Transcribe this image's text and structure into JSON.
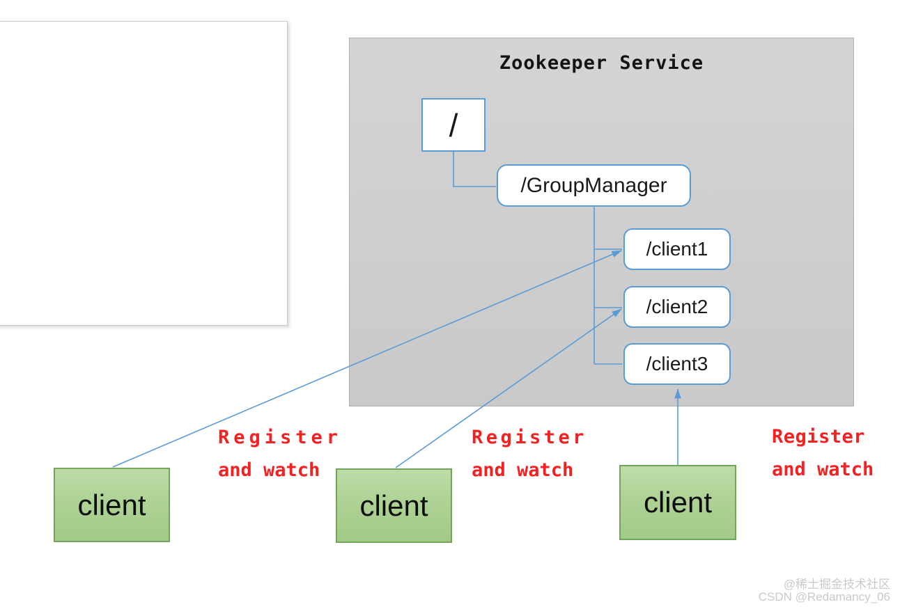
{
  "diagram": {
    "service_panel": {
      "title": "Zookeeper Service"
    },
    "tree": {
      "root": "/",
      "group_manager": "/GroupManager",
      "clients": [
        "/client1",
        "/client2",
        "/client3"
      ]
    },
    "client_boxes": [
      {
        "label": "client"
      },
      {
        "label": "client"
      },
      {
        "label": "client"
      }
    ],
    "edge_labels": [
      {
        "line1": "Register",
        "line2": "and watch"
      },
      {
        "line1": "Register",
        "line2": "and watch"
      },
      {
        "line1": "Register",
        "line2": "and watch"
      }
    ],
    "watermark": {
      "line1": "@稀土掘金技术社区",
      "line2": "CSDN @Redamancy_06"
    },
    "colors": {
      "node_border_blue": "#5b9bd5",
      "arrow_blue": "#5b9bd5",
      "panel_gray": "#cecece",
      "client_green": "#aed295",
      "client_green_border": "#72a459",
      "label_red": "#f32222",
      "watermark_gray": "#c9c8cb"
    }
  }
}
